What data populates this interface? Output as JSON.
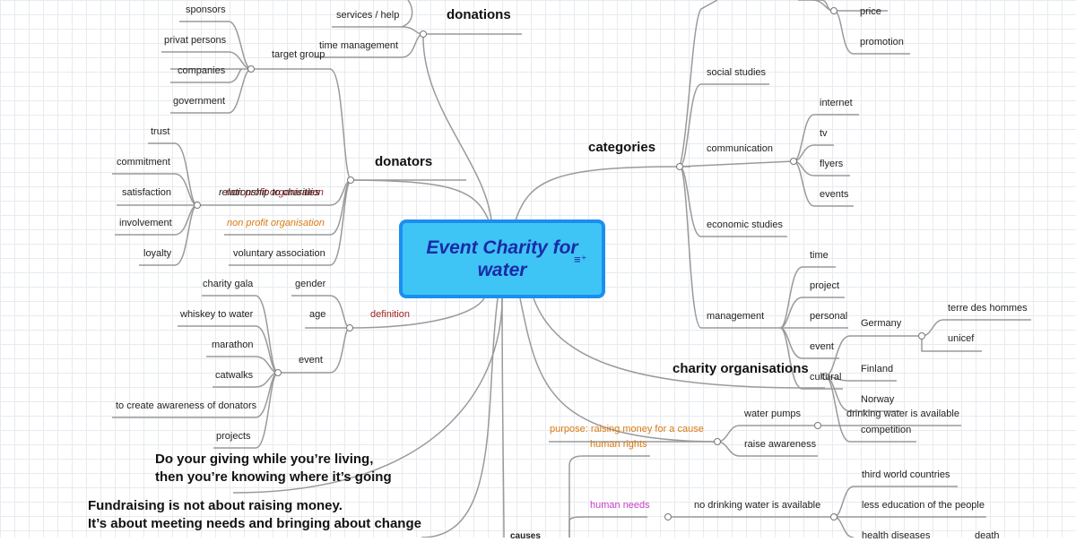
{
  "center": {
    "title": "Event Charity for water"
  },
  "donations": {
    "title": "donations",
    "items": [
      "services / help",
      "time management"
    ]
  },
  "donators": {
    "title": "donators",
    "target_group": {
      "label": "target group",
      "items": [
        "sponsors",
        "privat persons",
        "companies",
        "government"
      ]
    },
    "relationship": {
      "label": "relationship to charities",
      "overlap": "non profit organisation",
      "items": [
        "trust",
        "commitment",
        "satisfaction",
        "involvement",
        "loyalty"
      ]
    },
    "non_profit": "non profit organisation",
    "voluntary": "voluntary association",
    "gender": "gender",
    "age": "age",
    "definition": "definition",
    "event": {
      "label": "event",
      "items": [
        "charity gala",
        "whiskey to water",
        "marathon",
        "catwalks",
        "to create awareness of donators",
        "projects"
      ]
    }
  },
  "categories": {
    "title": "categories",
    "marketing": [
      "price",
      "promotion"
    ],
    "social_studies": "social studies",
    "communication": {
      "label": "communication",
      "items": [
        "internet",
        "tv",
        "flyers",
        "events"
      ]
    },
    "economic_studies": "economic studies",
    "management": {
      "label": "management",
      "items": [
        "time",
        "project",
        "personal",
        "event",
        "cultural"
      ]
    }
  },
  "charity_org": {
    "title": "charity organisations",
    "germany": {
      "label": "Germany",
      "items": [
        "terre des hommes",
        "unicef"
      ]
    },
    "finland": "Finland",
    "norway": "Norway",
    "competition": "competition"
  },
  "purpose": {
    "label": "purpose: raising money for a cause",
    "water_pumps": "water pumps",
    "drinking": "drinking water is available",
    "raise_awareness": "raise awareness"
  },
  "causes": {
    "title": "causes",
    "human_rights": "human rights",
    "human_needs": "human needs",
    "no_water": {
      "label": "no drinking water is available",
      "items": [
        "third world countries",
        "less education of the people",
        "health diseases"
      ]
    },
    "death": "death"
  },
  "quotes": {
    "q1_line1": "Do your giving while you’re living,",
    "q1_line2": "then you’re knowing where it’s going",
    "q2_line1": "Fundraising is not about raising money.",
    "q2_line2": "It’s about meeting needs and bringing about change"
  },
  "colors": {
    "node_fill": "#3fc5f5",
    "node_border": "#1c8ef0",
    "title_text": "#1a2aa8",
    "orange": "#d97a12",
    "pink": "#c83cc8",
    "dark_red": "#a52020"
  }
}
